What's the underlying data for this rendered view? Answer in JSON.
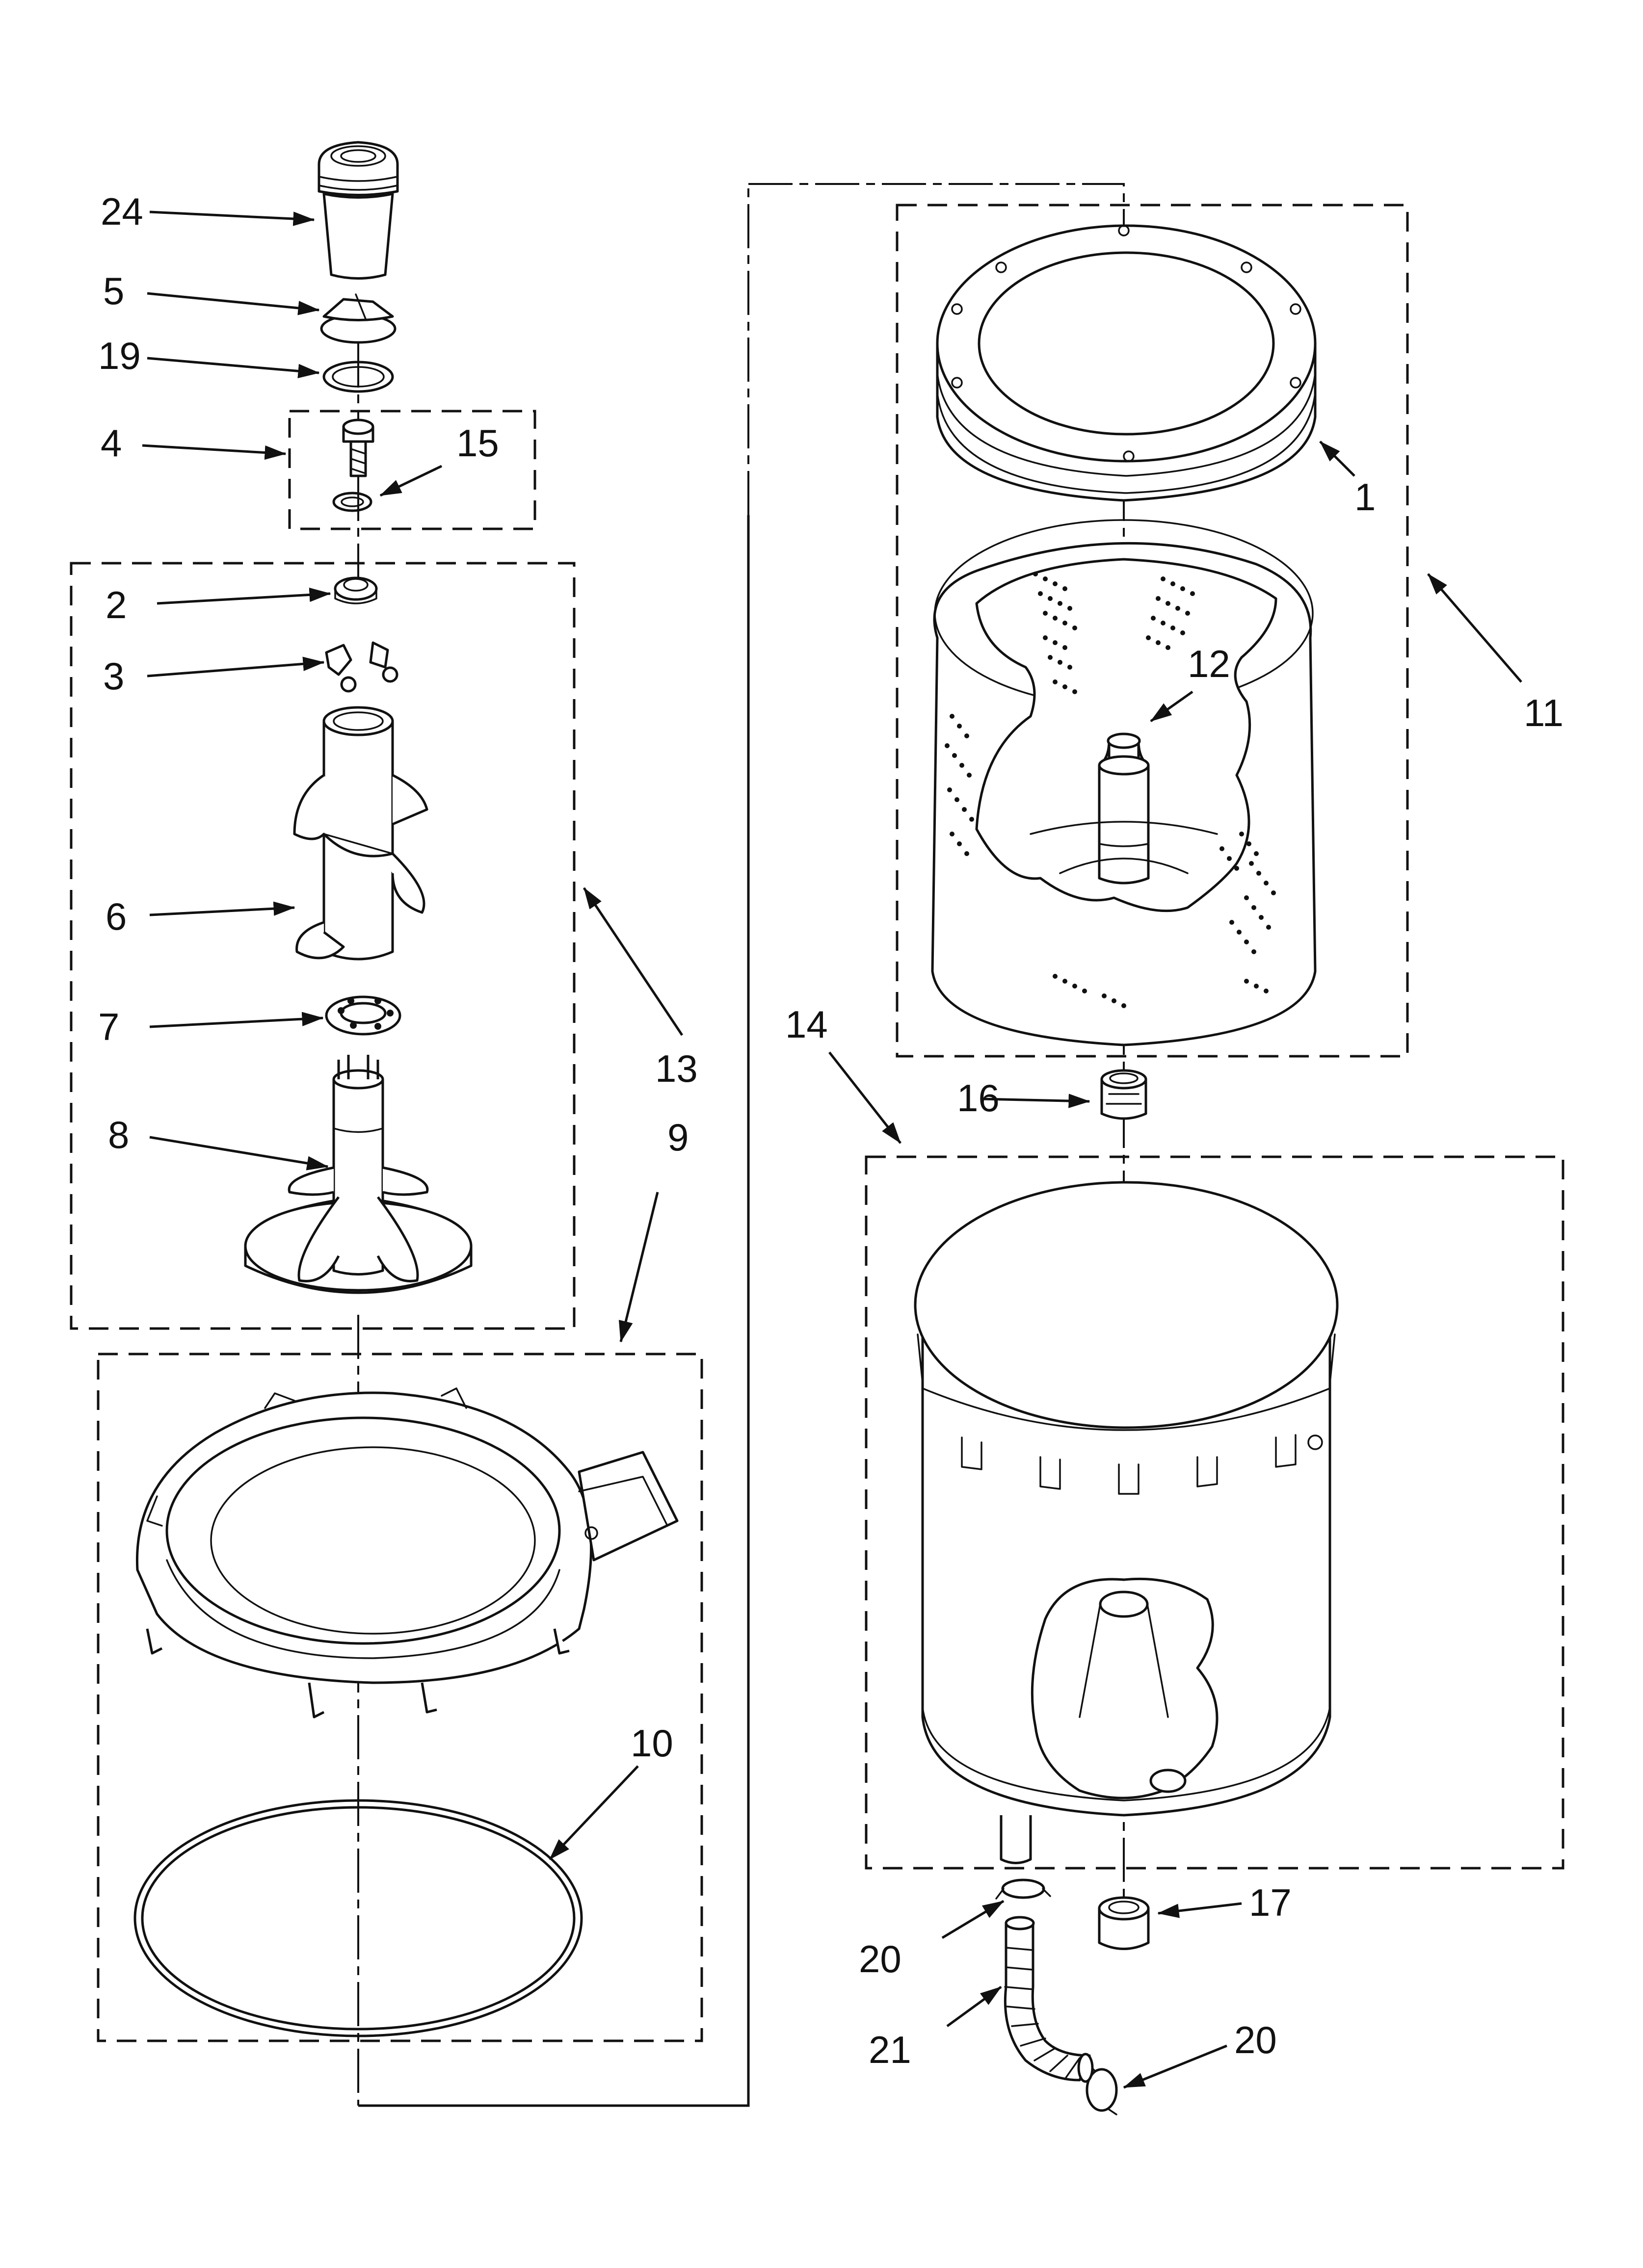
{
  "callouts": [
    {
      "id": "c24",
      "text": "24"
    },
    {
      "id": "c5",
      "text": "5"
    },
    {
      "id": "c19",
      "text": "19"
    },
    {
      "id": "c4",
      "text": "4"
    },
    {
      "id": "c15",
      "text": "15"
    },
    {
      "id": "c2",
      "text": "2"
    },
    {
      "id": "c3",
      "text": "3"
    },
    {
      "id": "c6",
      "text": "6"
    },
    {
      "id": "c7",
      "text": "7"
    },
    {
      "id": "c8",
      "text": "8"
    },
    {
      "id": "c13",
      "text": "13"
    },
    {
      "id": "c9",
      "text": "9"
    },
    {
      "id": "c10",
      "text": "10"
    },
    {
      "id": "c1",
      "text": "1"
    },
    {
      "id": "c11",
      "text": "11"
    },
    {
      "id": "c12",
      "text": "12"
    },
    {
      "id": "c14",
      "text": "14"
    },
    {
      "id": "c16",
      "text": "16"
    },
    {
      "id": "c17",
      "text": "17"
    },
    {
      "id": "c20a",
      "text": "20"
    },
    {
      "id": "c21",
      "text": "21"
    },
    {
      "id": "c20b",
      "text": "20"
    }
  ]
}
